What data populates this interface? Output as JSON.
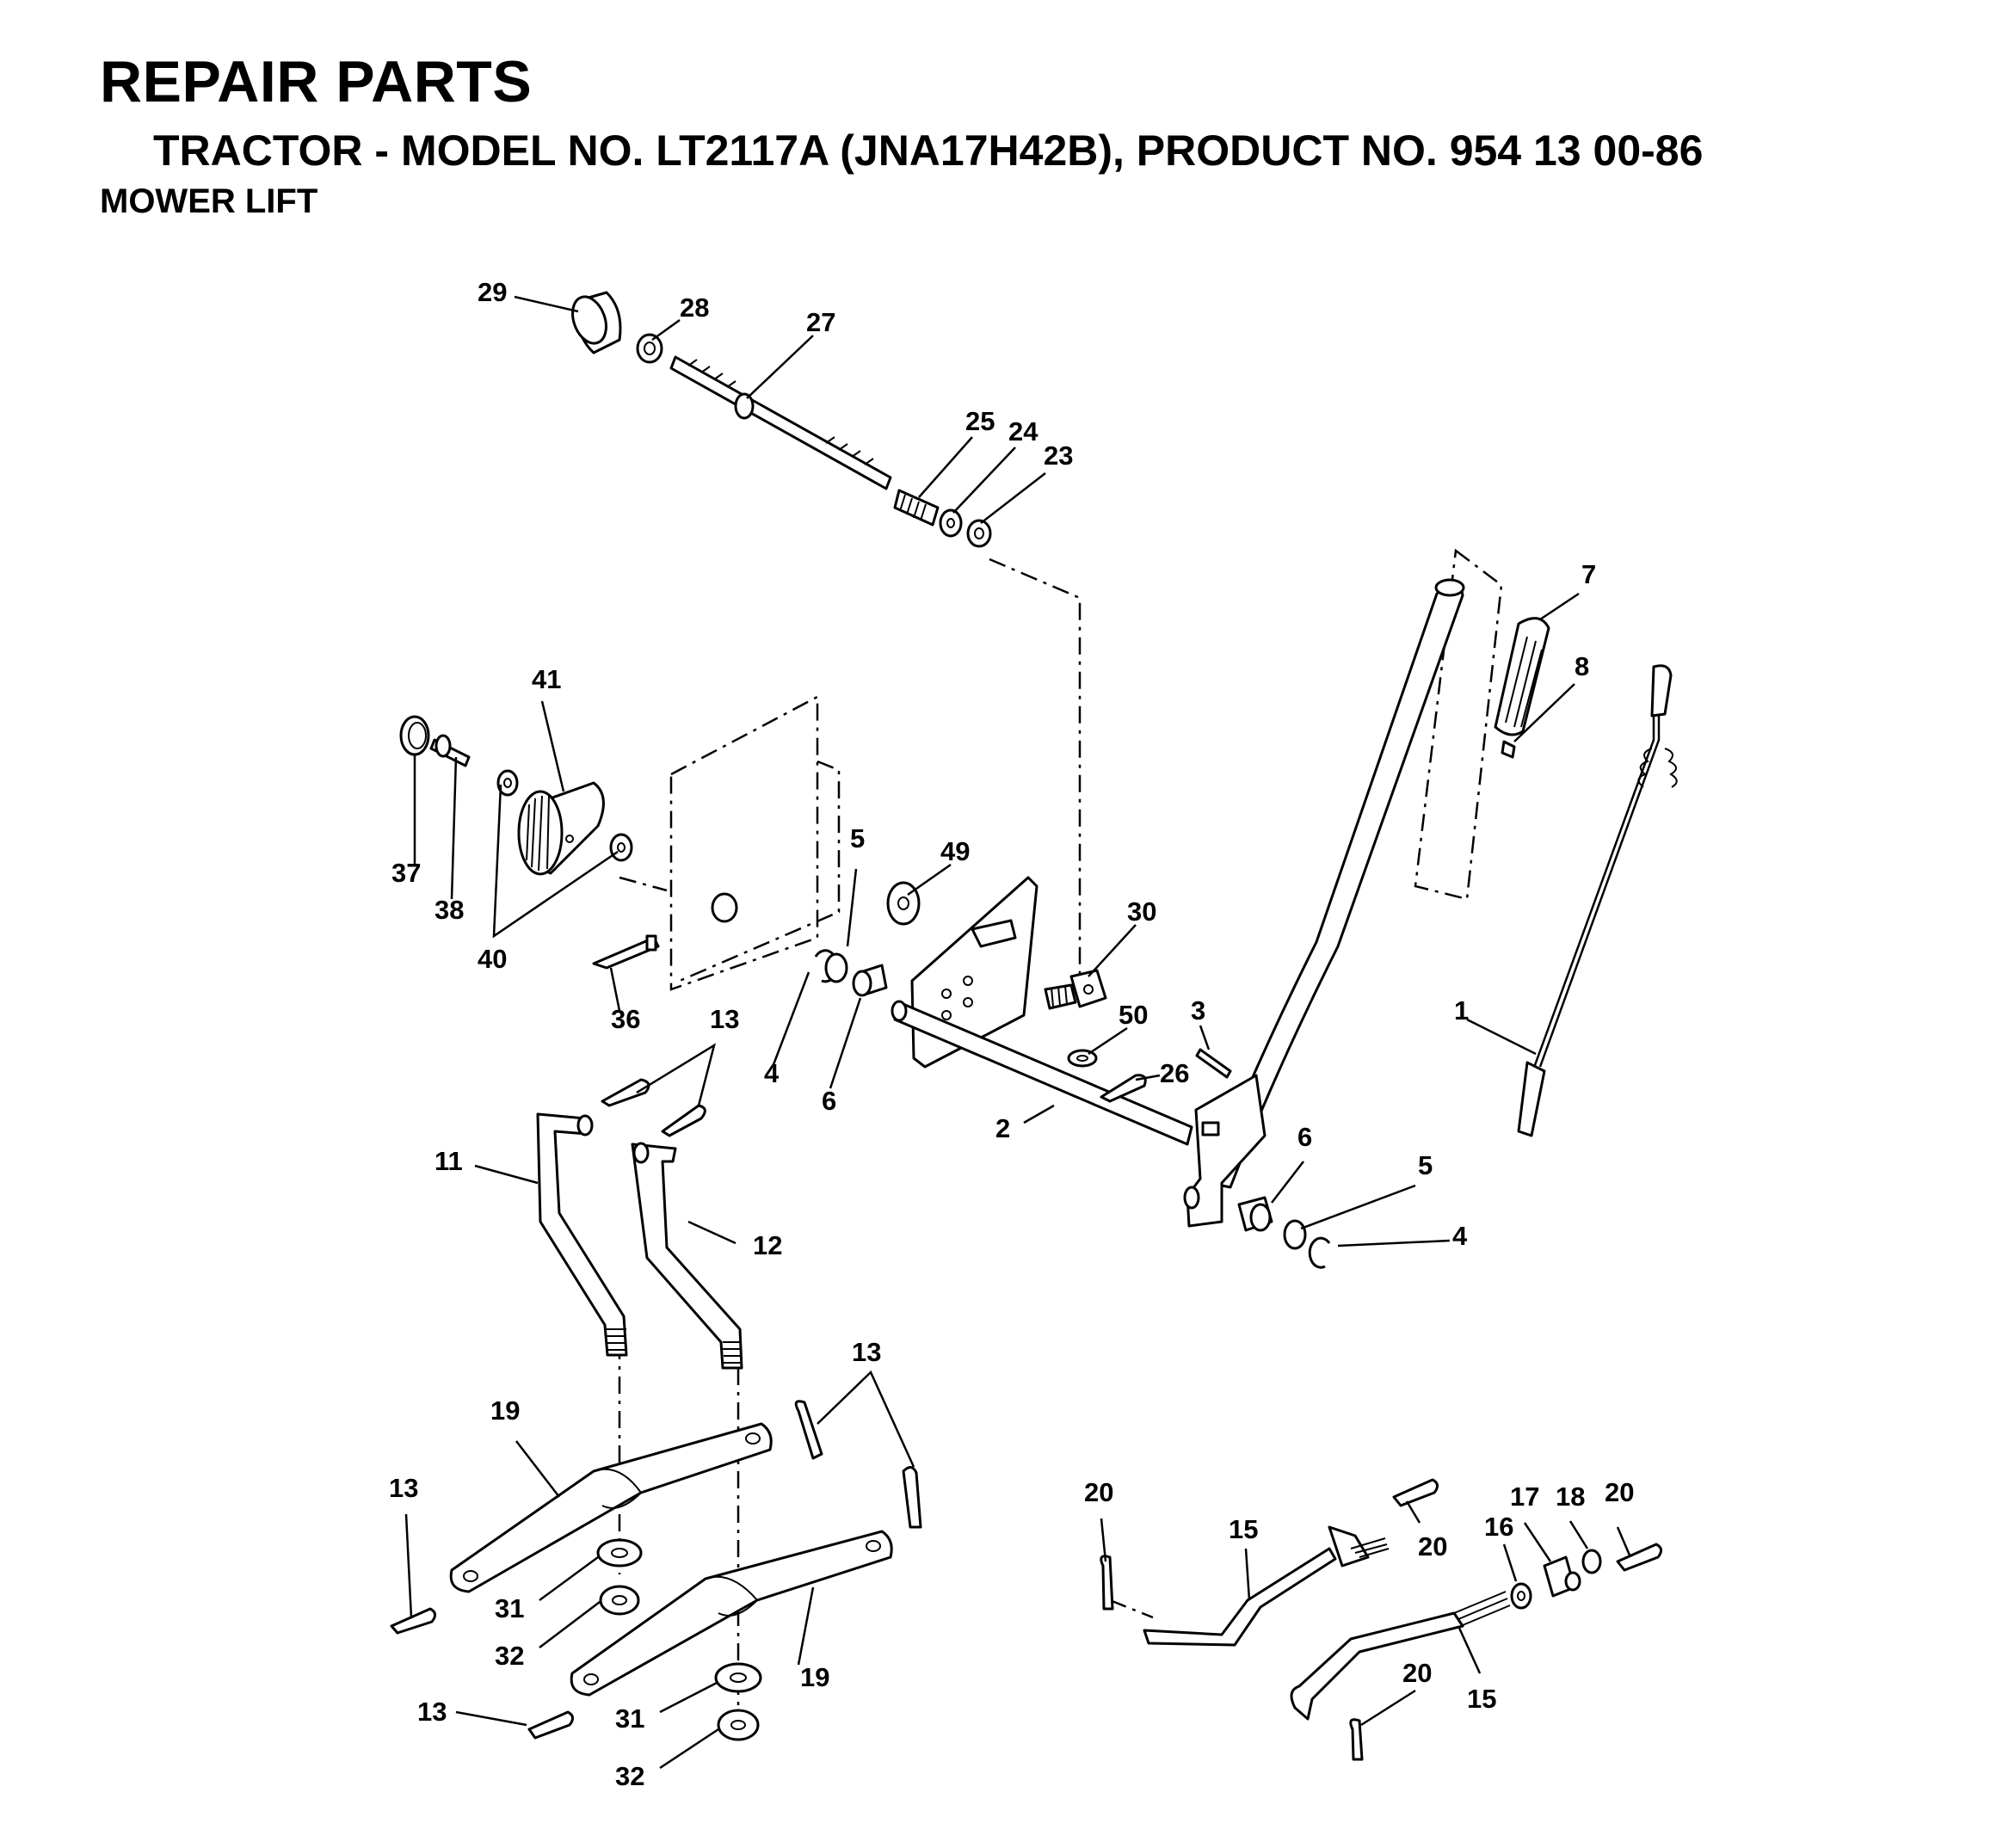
{
  "header": {
    "title": "REPAIR PARTS",
    "subtitle": "TRACTOR - MODEL NO. LT2117A (JNA17H42B), PRODUCT NO. 954 13 00-86",
    "section": "MOWER LIFT"
  },
  "callouts": {
    "c1": "1",
    "c2": "2",
    "c3": "3",
    "c4a": "4",
    "c4b": "4",
    "c5a": "5",
    "c5b": "5",
    "c6a": "6",
    "c6b": "6",
    "c7": "7",
    "c8": "8",
    "c11": "11",
    "c12": "12",
    "c13a": "13",
    "c13b": "13",
    "c13c": "13",
    "c13d": "13",
    "c15a": "15",
    "c15b": "15",
    "c16": "16",
    "c17": "17",
    "c18": "18",
    "c19a": "19",
    "c19b": "19",
    "c20a": "20",
    "c20b": "20",
    "c20c": "20",
    "c20d": "20",
    "c23": "23",
    "c24": "24",
    "c25": "25",
    "c26": "26",
    "c27": "27",
    "c28": "28",
    "c29": "29",
    "c30": "30",
    "c31a": "31",
    "c31b": "31",
    "c32a": "32",
    "c32b": "32",
    "c36": "36",
    "c37": "37",
    "c38": "38",
    "c40": "40",
    "c41": "41",
    "c49": "49",
    "c50": "50"
  }
}
